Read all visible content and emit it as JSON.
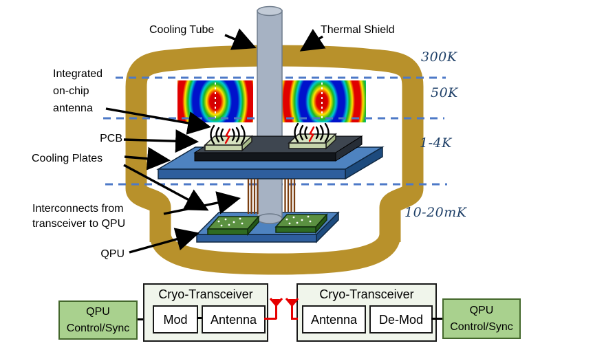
{
  "cryostat": {
    "labels": {
      "cooling_tube": "Cooling Tube",
      "thermal_shield": "Thermal Shield",
      "integrated_antenna": "Integrated\non-chip\nantenna",
      "pcb": "PCB",
      "cooling_plates": "Cooling Plates",
      "interconnects": "Interconnects from\ntransceiver to QPU",
      "qpu": "QPU"
    },
    "temperature_stages": [
      "300K",
      "50K",
      "1-4K",
      "10-20mK"
    ]
  },
  "block_diagram": {
    "left_control": "QPU\nControl/Sync",
    "right_control": "QPU\nControl/Sync",
    "transmitter": {
      "title": "Cryo-Transceiver",
      "modules": [
        "Mod",
        "Antenna"
      ]
    },
    "receiver": {
      "title": "Cryo-Transceiver",
      "modules": [
        "Antenna",
        "De-Mod"
      ]
    }
  },
  "colors": {
    "thermal_shield_gold": "#B8912B",
    "stage_line_blue": "#4D79C7",
    "temperature_text": "#1F4068",
    "cooling_plate_blue": "#4E83C0",
    "qpu_chip_green": "#5B9141",
    "control_box_fill": "#A9D18E",
    "control_box_border": "#44682C",
    "antenna_red": "#E60000"
  }
}
